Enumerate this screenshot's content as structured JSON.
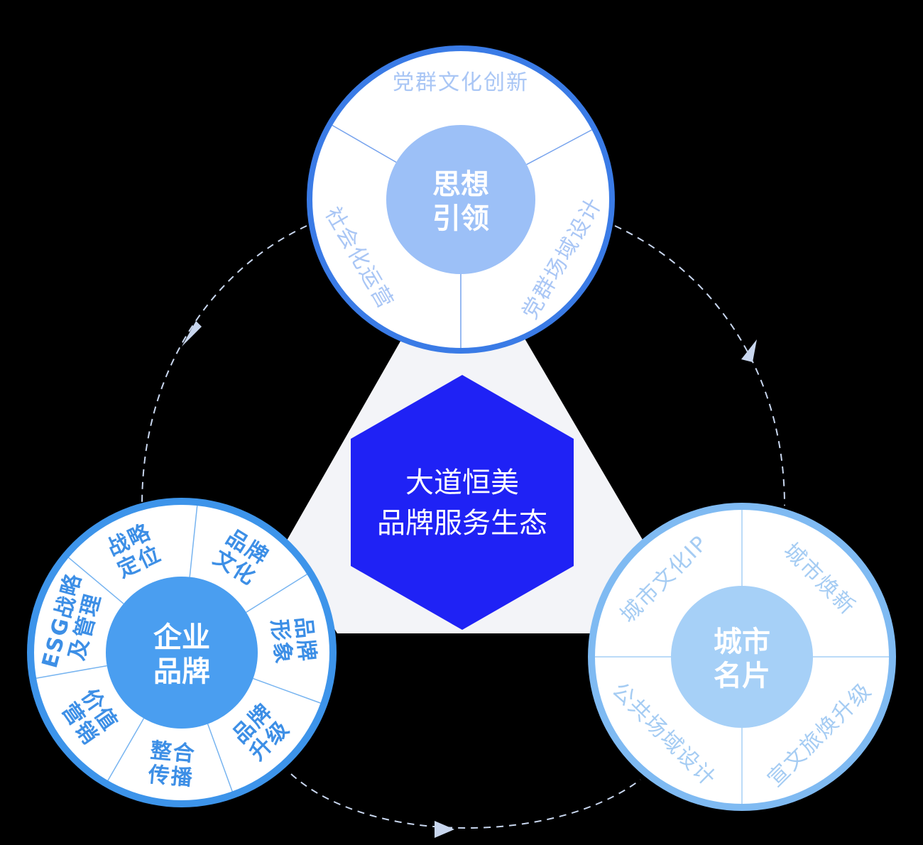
{
  "center": {
    "line1": "大道恒美",
    "line2": "品牌服务生态"
  },
  "top": {
    "core": [
      "思想",
      "引领"
    ],
    "segments": [
      "党群文化创新",
      "党群场域设计",
      "社会化运营"
    ],
    "color": "#3a7be6",
    "core_color": "#9cc0f7",
    "text_color": "#a9c6f5"
  },
  "left": {
    "core": [
      "企业",
      "品牌"
    ],
    "segments": [
      [
        "品牌",
        "文化"
      ],
      [
        "品牌",
        "形象"
      ],
      [
        "品牌",
        "升级"
      ],
      [
        "整合",
        "传播"
      ],
      [
        "价值",
        "营销"
      ],
      [
        "ESG战略",
        "及管理"
      ],
      [
        "战略",
        "定位"
      ]
    ],
    "color": "#3d94ea",
    "core_color": "#4a9ef0",
    "text_color": "#3d8fe6"
  },
  "right": {
    "core": [
      "城市",
      "名片"
    ],
    "segments": [
      "城市焕新",
      "宣文旅焕升级",
      "公共场域设计",
      "城市文化IP"
    ],
    "color": "#7fbaf2",
    "core_color": "#a6d0f7",
    "text_color": "#a5ccf3"
  },
  "triangle_color": "#f3f4f8",
  "hexagon_color": "#1f22f5",
  "dash_color": "#c8d6ee"
}
